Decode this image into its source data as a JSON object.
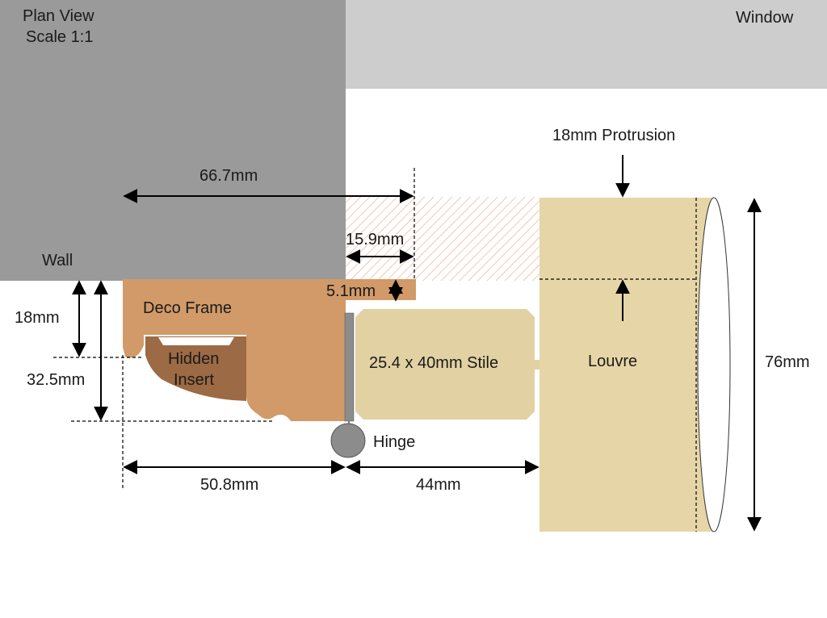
{
  "labels": {
    "plan_view": "Plan View",
    "scale": "Scale 1:1",
    "window": "Window",
    "wall": "Wall",
    "protrusion": "18mm Protrusion",
    "deco_frame": "Deco Frame",
    "hidden_line1": "Hidden",
    "hidden_line2": "Insert",
    "stile": "25.4 x 40mm Stile",
    "louvre": "Louvre",
    "hinge": "Hinge"
  },
  "dimensions": {
    "d_66_7": "66.7mm",
    "d_15_9": "15.9mm",
    "d_5_1": "5.1mm",
    "d_18": "18mm",
    "d_32_5": "32.5mm",
    "d_50_8": "50.8mm",
    "d_44": "44mm",
    "d_76": "76mm"
  },
  "colors": {
    "wall": "#9a9a9a",
    "window": "#cdcdcd",
    "deco_frame": "#d19a68",
    "hidden_insert": "#9c6a44",
    "stile": "#e2d1a2",
    "louvre": "#e6d6a7",
    "hinge": "#8c8c8c",
    "hatch": "#e8a58c"
  }
}
